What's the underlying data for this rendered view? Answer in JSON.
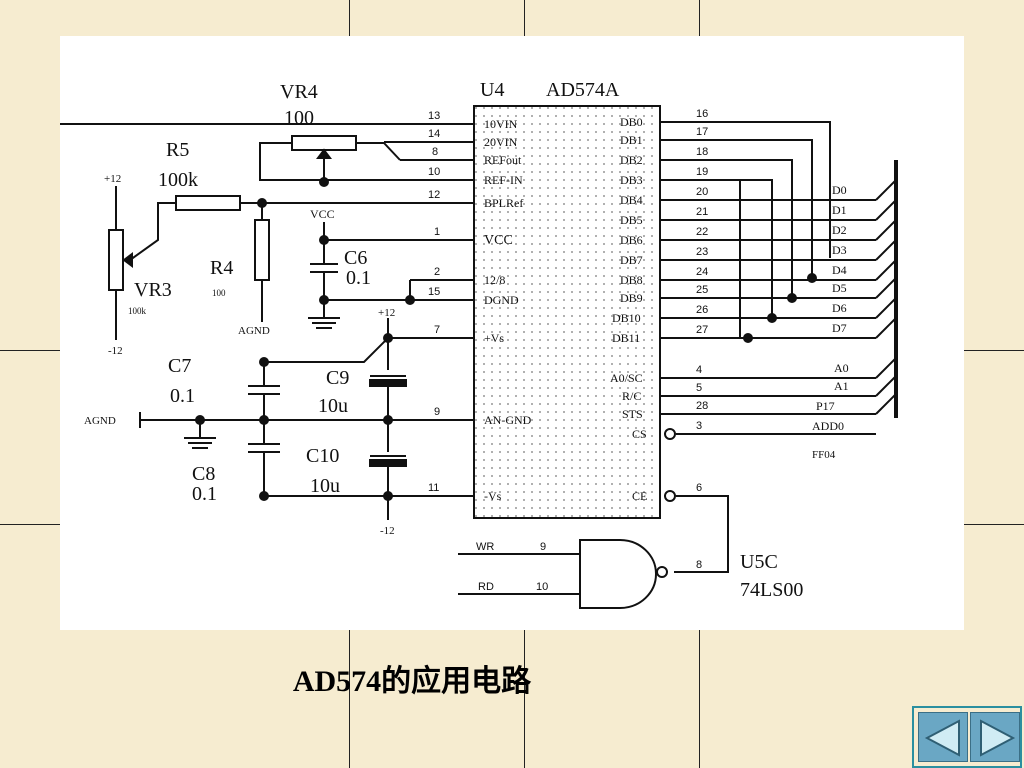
{
  "caption": "AD574的应用电路",
  "nav": {
    "prev_icon": "triangle-left-icon",
    "next_icon": "triangle-right-icon"
  },
  "chip": {
    "ref": "U4",
    "part": "AD574A",
    "left_pins": [
      {
        "num": "13",
        "name": "10VIN"
      },
      {
        "num": "14",
        "name": "20VIN"
      },
      {
        "num": "8",
        "name": "REFout"
      },
      {
        "num": "10",
        "name": "REF-IN"
      },
      {
        "num": "12",
        "name": "BPLRef"
      },
      {
        "num": "1",
        "name": "VCC"
      },
      {
        "num": "2",
        "name": "12/8"
      },
      {
        "num": "15",
        "name": "DGND"
      },
      {
        "num": "7",
        "name": "+Vs"
      },
      {
        "num": "9",
        "name": "AN-GND"
      },
      {
        "num": "11",
        "name": "-Vs"
      }
    ],
    "right_pins": [
      {
        "num": "16",
        "name": "DB0"
      },
      {
        "num": "17",
        "name": "DB1"
      },
      {
        "num": "18",
        "name": "DB2"
      },
      {
        "num": "19",
        "name": "DB3"
      },
      {
        "num": "20",
        "name": "DB4"
      },
      {
        "num": "21",
        "name": "DB5"
      },
      {
        "num": "22",
        "name": "DB6"
      },
      {
        "num": "23",
        "name": "DB7"
      },
      {
        "num": "24",
        "name": "DB8"
      },
      {
        "num": "25",
        "name": "DB9"
      },
      {
        "num": "26",
        "name": "DB10"
      },
      {
        "num": "27",
        "name": "DB11"
      },
      {
        "num": "4",
        "name": "A0/SC"
      },
      {
        "num": "5",
        "name": "R/C"
      },
      {
        "num": "28",
        "name": "STS"
      },
      {
        "num": "3",
        "name": "CS"
      },
      {
        "num": "6",
        "name": "CE"
      }
    ]
  },
  "bus": [
    "D0",
    "D1",
    "D2",
    "D3",
    "D4",
    "D5",
    "D6",
    "D7"
  ],
  "ctrl": [
    "A0",
    "A1",
    "P17",
    "ADD0"
  ],
  "ff04": "FF04",
  "components": {
    "vr4": {
      "ref": "VR4",
      "val": "100"
    },
    "r5": {
      "ref": "R5",
      "val": "100k"
    },
    "vr3": {
      "ref": "VR3",
      "val": "100k"
    },
    "r4": {
      "ref": "R4",
      "val": "100"
    },
    "c6": {
      "ref": "C6",
      "val": "0.1"
    },
    "c7": {
      "ref": "C7",
      "val": "0.1"
    },
    "c8": {
      "ref": "C8",
      "val": "0.1"
    },
    "c9": {
      "ref": "C9",
      "val": "10u"
    },
    "c10": {
      "ref": "C10",
      "val": "10u"
    }
  },
  "rails": {
    "p12a": "+12",
    "m12a": "-12",
    "p12b": "+12",
    "m12b": "-12",
    "vcc": "VCC",
    "agnd1": "AGND",
    "agnd2": "AGND"
  },
  "gate": {
    "ref": "U5C",
    "part": "74LS00",
    "in1": "WR",
    "in1_pin": "9",
    "in2": "RD",
    "in2_pin": "10",
    "out_pin": "8"
  }
}
